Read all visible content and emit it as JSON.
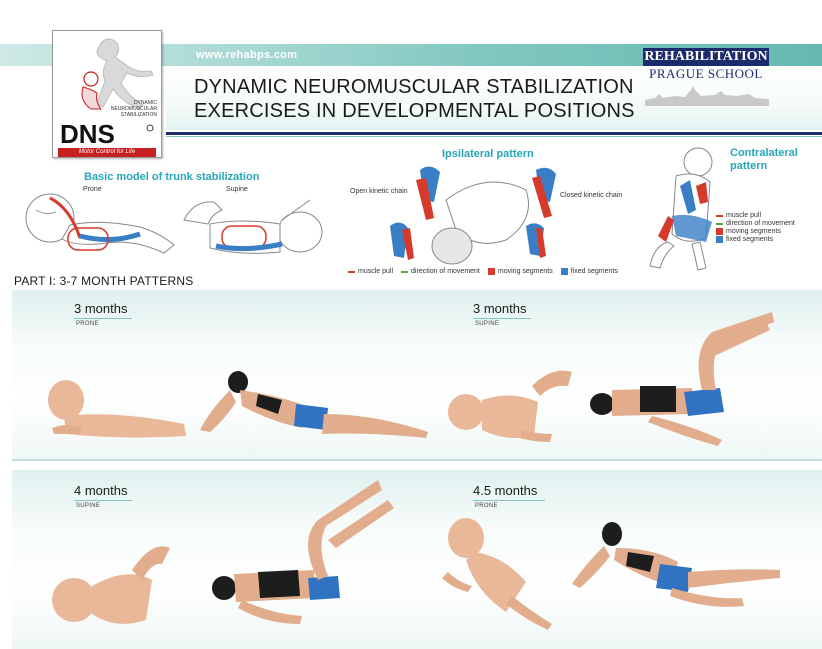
{
  "header": {
    "url": "www.rehabps.com",
    "title_line1": "DYNAMIC NEUROMUSCULAR STABILIZATION",
    "title_line2": "EXERCISES IN DEVELOPMENTAL POSITIONS",
    "logo_text": "DNS",
    "logo_small": "DYNAMIC NEUROMUSCULAR STABILIZATION",
    "logo_tagline": "Motor Control for Life",
    "school_line1": "REHABILITATION",
    "school_line2": "PRAGUE SCHOOL"
  },
  "basic_model": {
    "title": "Basic model of trunk stabilization",
    "prone": "Prone",
    "supine": "Supine"
  },
  "ipsilateral": {
    "title": "Ipsilateral pattern",
    "open_chain": "Open kinetic chain",
    "closed_chain": "Closed kinetic chain",
    "legend": [
      {
        "label": "muscle pull",
        "color": "#d63a2a"
      },
      {
        "label": "direction of movement",
        "color": "#5aa83a"
      },
      {
        "label": "moving segments",
        "color": "#d63a2a"
      },
      {
        "label": "fixed segments",
        "color": "#3a7ec6"
      }
    ]
  },
  "contralateral": {
    "title_line1": "Contralateral",
    "title_line2": "pattern",
    "legend": [
      {
        "label": "muscle pull",
        "color": "#d63a2a"
      },
      {
        "label": "direction of movement",
        "color": "#5aa83a"
      },
      {
        "label": "moving segments",
        "color": "#d63a2a"
      },
      {
        "label": "fixed segments",
        "color": "#3a7ec6"
      }
    ]
  },
  "part_title": "PART I: 3-7 MONTH PATTERNS",
  "exercises": [
    {
      "age": "3 months",
      "position": "PRONE"
    },
    {
      "age": "3 months",
      "position": "SUPINE"
    },
    {
      "age": "4 months",
      "position": "SUPINE"
    },
    {
      "age": "4.5 months",
      "position": "PRONE"
    }
  ],
  "colors": {
    "teal": "#27a6b8",
    "navy": "#1d2a6b",
    "red": "#c62020",
    "skin": "#e8b899",
    "shorts": "#2f73c2"
  }
}
